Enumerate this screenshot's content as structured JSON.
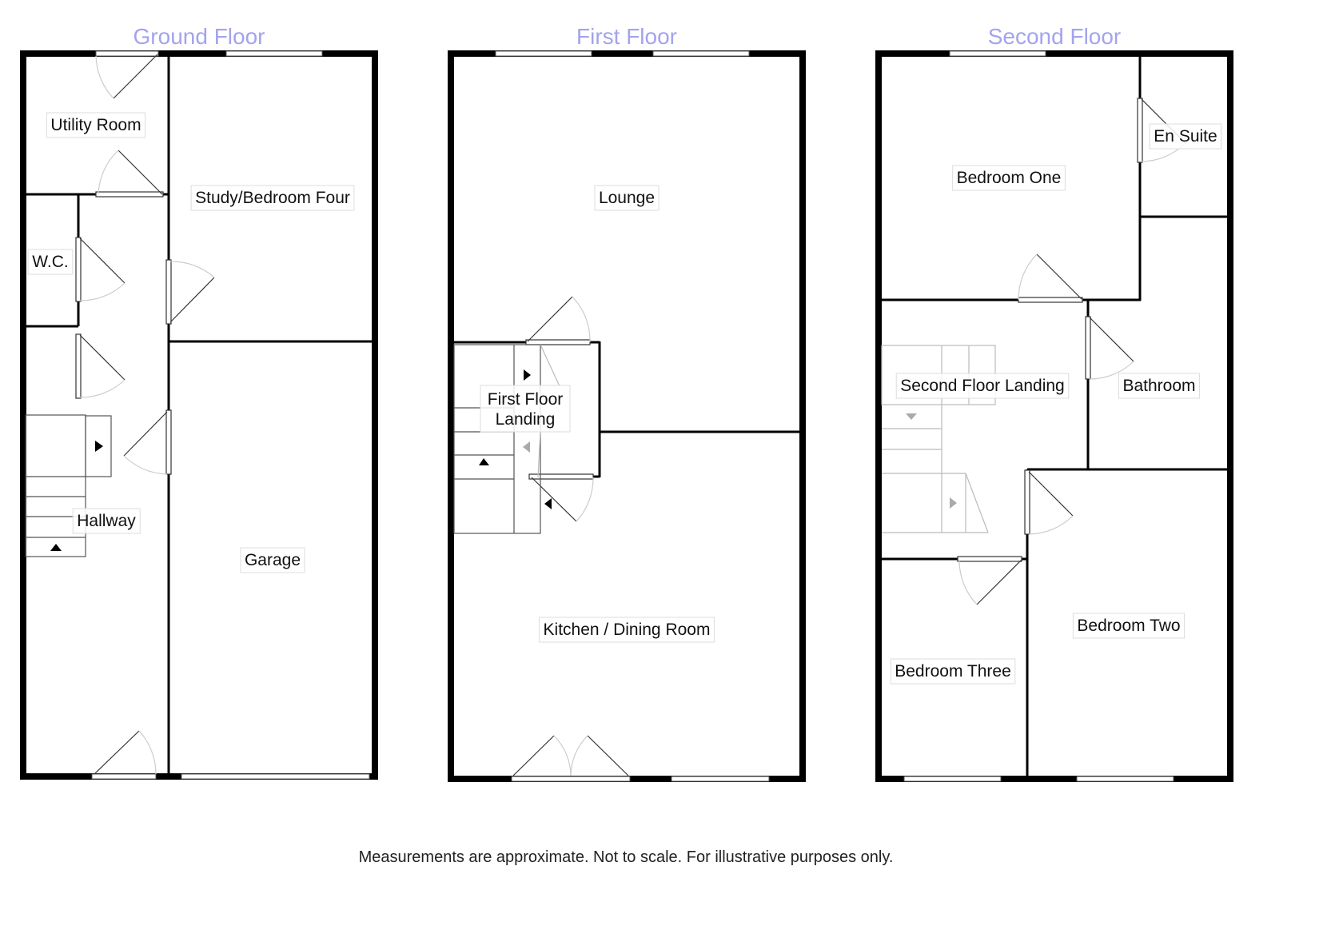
{
  "floors": [
    {
      "title": "Ground Floor",
      "rooms": [
        "Utility Room",
        "Study/Bedroom Four",
        "W.C.",
        "Hallway",
        "Garage"
      ]
    },
    {
      "title": "First Floor",
      "rooms": [
        "Lounge",
        "First Floor",
        "Landing",
        "Kitchen / Dining Room"
      ]
    },
    {
      "title": "Second Floor",
      "rooms": [
        "Bedroom One",
        "En Suite",
        "Second Floor Landing",
        "Bathroom",
        "Bedroom Two",
        "Bedroom Three"
      ]
    }
  ],
  "footer": "Measurements are approximate. Not to scale. For illustrative purposes only."
}
